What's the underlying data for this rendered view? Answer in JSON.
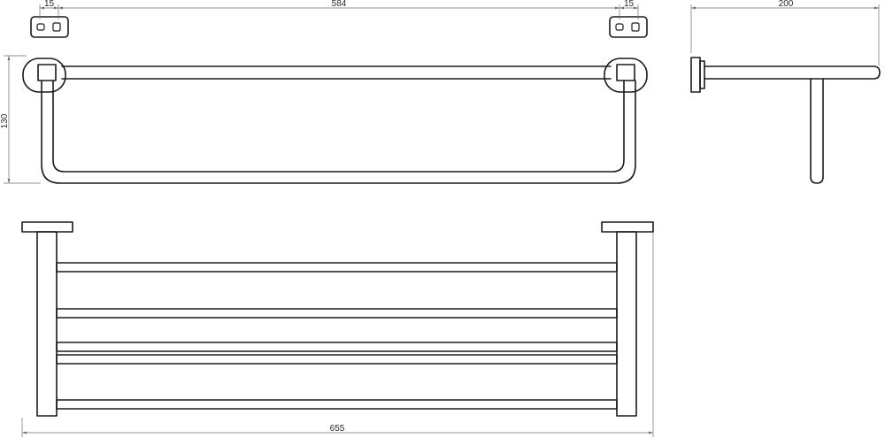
{
  "dimensions": {
    "left_mount_width": "15",
    "right_mount_width": "15",
    "bracket_spacing": "584",
    "projection": "200",
    "height": "130",
    "overall_length": "655"
  }
}
